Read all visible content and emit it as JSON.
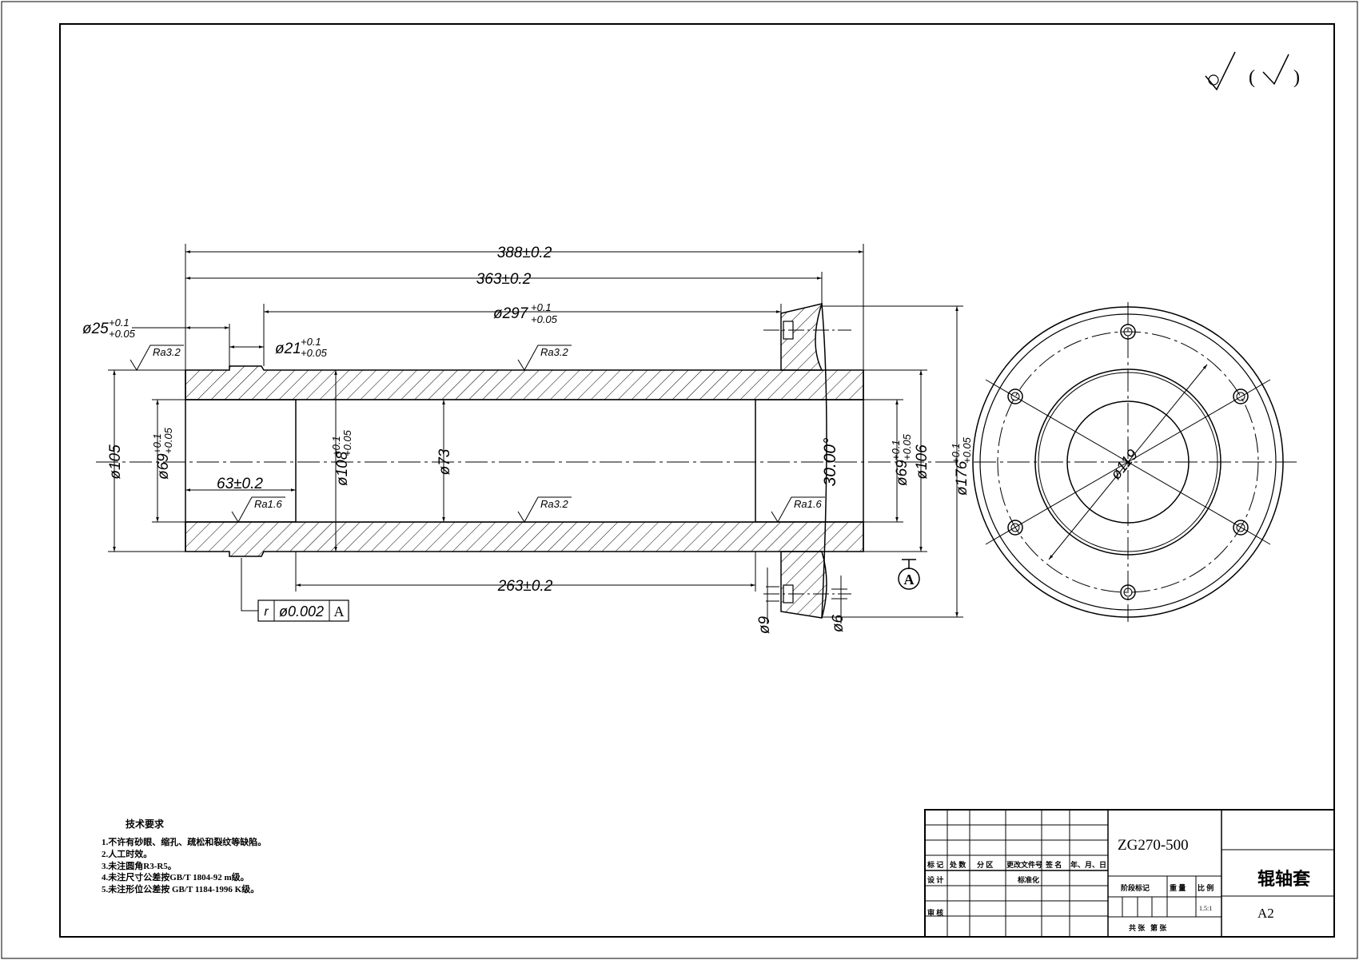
{
  "drawing": {
    "material": "ZG270-500",
    "part_name": "辊轴套",
    "sheet_size": "A2",
    "scale": "1.5:1"
  },
  "title_block": {
    "h_biaoji": "标 记",
    "h_chushu": "处 数",
    "h_fenqu": "分 区",
    "h_gengai": "更改文件号",
    "h_qianming": "签 名",
    "h_riqi": "年、月、日",
    "r_sheji": "设 计",
    "r_biaozhunhua": "标准化",
    "r_shenhe": "审 核",
    "h_jieduan": "阶段标记",
    "h_zhongliang": "重 量",
    "h_bili": "比 例",
    "r_gongzhang": "共 张   第 张"
  },
  "roughness_symbol": {
    "top_right_bracket": "( )"
  },
  "dimensions": {
    "d388": "388±0.2",
    "d363": "363±0.2",
    "d297_base": "ø297",
    "d297_up": "+0.1",
    "d297_dn": "+0.05",
    "d25_base": "ø25",
    "d25_up": "+0.1",
    "d25_dn": "+0.05",
    "d21_base": "ø21",
    "d21_up": "+0.1",
    "d21_dn": "+0.05",
    "d105": "ø105",
    "d69l_base": "ø69",
    "d69l_up": "+0.1",
    "d69l_dn": "+0.05",
    "d63": "63±0.2",
    "d108_base": "ø108",
    "d108_up": "+0.1",
    "d108_dn": "+0.05",
    "d73": "ø73",
    "d30": "30.00°",
    "d69r_base": "ø69",
    "d69r_up": "+0.1",
    "d69r_dn": "+0.05",
    "d106": "ø106",
    "d176_base": "ø176",
    "d176_up": "+0.1",
    "d176_dn": "+0.05",
    "d263": "263±0.2",
    "d9": "ø9",
    "d6": "ø6",
    "d119": "ø119",
    "datum_letter": "A"
  },
  "roughness": {
    "ra32_a": "Ra3.2",
    "ra32_b": "Ra3.2",
    "ra32_c": "Ra3.2",
    "ra16_a": "Ra1.6",
    "ra16_b": "Ra1.6"
  },
  "tolerance_frame": {
    "symbol": "r",
    "value": "ø0.002",
    "datum": "A"
  },
  "tech_requirements": {
    "title": "技术要求",
    "items": [
      "1.不许有砂眼、缩孔、疏松和裂纹等缺陷。",
      "2.人工时效。",
      "3.未注圆角R3-R5。",
      "4.未注尺寸公差按GB/T 1804-92 m级。",
      "5.未注形位公差按 GB/T 1184-1996 K级。"
    ]
  }
}
